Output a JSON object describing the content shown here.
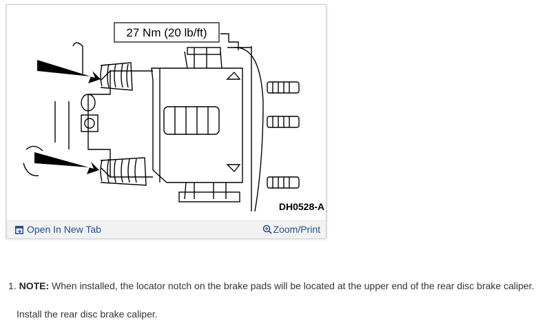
{
  "figure": {
    "torque_label": "27 Nm (20 lb/ft)",
    "figure_code": "DH0528-A",
    "open_tab_label": "Open In New Tab",
    "zoom_label": "Zoom/Print",
    "link_color": "#1e4f8f"
  },
  "steps": [
    {
      "number": "1.",
      "note_label": "NOTE:",
      "note_text": "When installed, the locator notch on the brake pads will be located at the upper end of the rear disc brake caliper.",
      "instruction": "Install the rear disc brake caliper."
    }
  ]
}
